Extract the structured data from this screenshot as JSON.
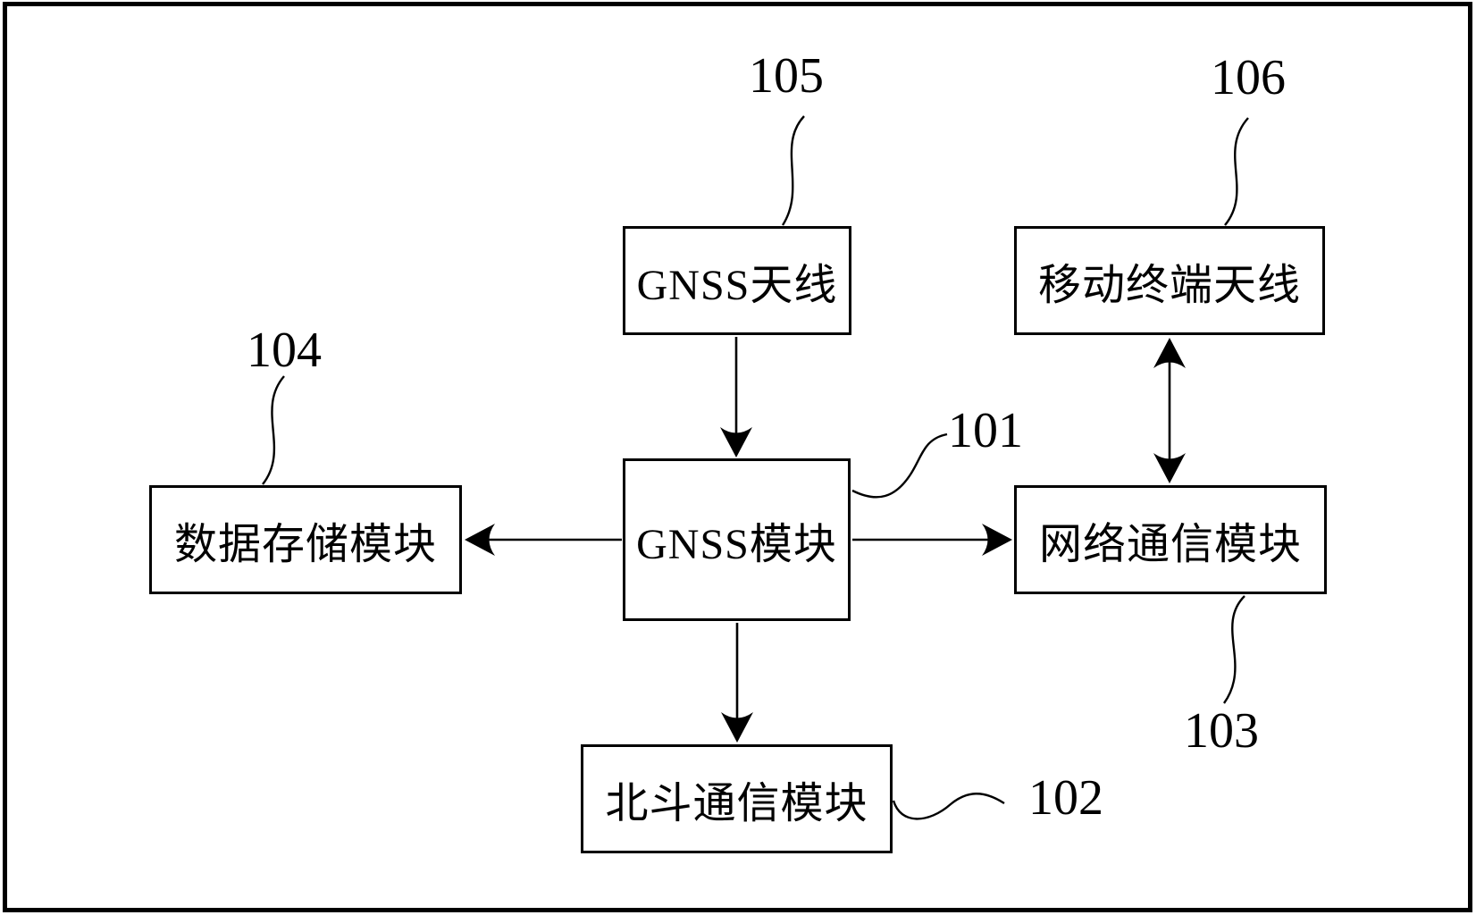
{
  "figure": {
    "type": "block-diagram",
    "background_color": "#ffffff",
    "line_color": "#000000",
    "boxes": [
      {
        "name": "gnss-antenna",
        "label": "GNSS天线",
        "ref": "105"
      },
      {
        "name": "mobile-terminal-antenna",
        "label": "移动终端天线",
        "ref": "106"
      },
      {
        "name": "gnss-module",
        "label": "GNSS模块",
        "ref": "101"
      },
      {
        "name": "data-storage-module",
        "label": "数据存储模块",
        "ref": "104"
      },
      {
        "name": "network-communication-module",
        "label": "网络通信模块",
        "ref": "103"
      },
      {
        "name": "beidou-communication-module",
        "label": "北斗通信模块",
        "ref": "102"
      }
    ],
    "ref_labels": [
      {
        "text": "105",
        "points_to": "GNSS天线"
      },
      {
        "text": "106",
        "points_to": "移动终端天线"
      },
      {
        "text": "104",
        "points_to": "数据存储模块"
      },
      {
        "text": "101",
        "points_to": "GNSS模块"
      },
      {
        "text": "103",
        "points_to": "网络通信模块"
      },
      {
        "text": "102",
        "points_to": "北斗通信模块"
      }
    ],
    "connections": [
      {
        "from": "GNSS天线",
        "to": "GNSS模块",
        "style": "single-arrow",
        "direction": "down"
      },
      {
        "from": "移动终端天线",
        "to": "网络通信模块",
        "style": "double-arrow",
        "direction": "vertical"
      },
      {
        "from": "GNSS模块",
        "to": "数据存储模块",
        "style": "single-arrow",
        "direction": "left"
      },
      {
        "from": "GNSS模块",
        "to": "网络通信模块",
        "style": "single-arrow",
        "direction": "right"
      },
      {
        "from": "GNSS模块",
        "to": "北斗通信模块",
        "style": "single-arrow",
        "direction": "down"
      }
    ]
  }
}
